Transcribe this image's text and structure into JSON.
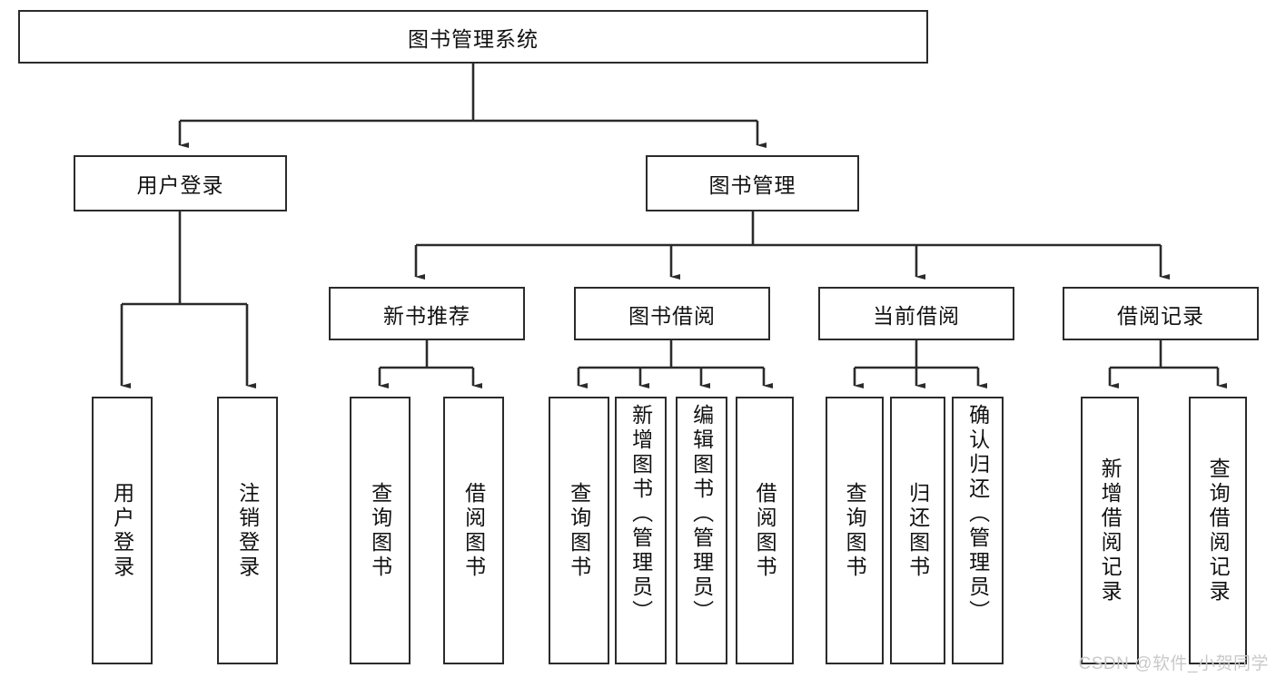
{
  "diagram": {
    "type": "hierarchy-tree",
    "title": "图书管理系统",
    "watermark": "CSDN @软件_小贺同学",
    "colors": {
      "box_border": "#2b2b2b",
      "box_fill": "#ffffff",
      "edge": "#2b2b2b",
      "text": "#111111",
      "watermark": "#c9c9c9"
    },
    "levels": {
      "root": {
        "label": "图书管理系统"
      },
      "level2": [
        {
          "label": "用户登录"
        },
        {
          "label": "图书管理"
        }
      ],
      "level3": [
        {
          "label": "新书推荐"
        },
        {
          "label": "图书借阅"
        },
        {
          "label": "当前借阅"
        },
        {
          "label": "借阅记录"
        }
      ],
      "leaves": {
        "user_login": [
          {
            "label": "用户登录"
          },
          {
            "label": "注销登录"
          }
        ],
        "new_book_recommend": [
          {
            "label": "查询图书"
          },
          {
            "label": "借阅图书"
          }
        ],
        "book_borrow": [
          {
            "label": "查询图书"
          },
          {
            "label": "新增图书（管理员）"
          },
          {
            "label": "编辑图书（管理员）"
          },
          {
            "label": "借阅图书"
          }
        ],
        "current_borrow": [
          {
            "label": "查询图书"
          },
          {
            "label": "归还图书"
          },
          {
            "label": "确认归还（管理员）"
          }
        ],
        "borrow_record": [
          {
            "label": "新增借阅记录"
          },
          {
            "label": "查询借阅记录"
          }
        ]
      }
    }
  }
}
